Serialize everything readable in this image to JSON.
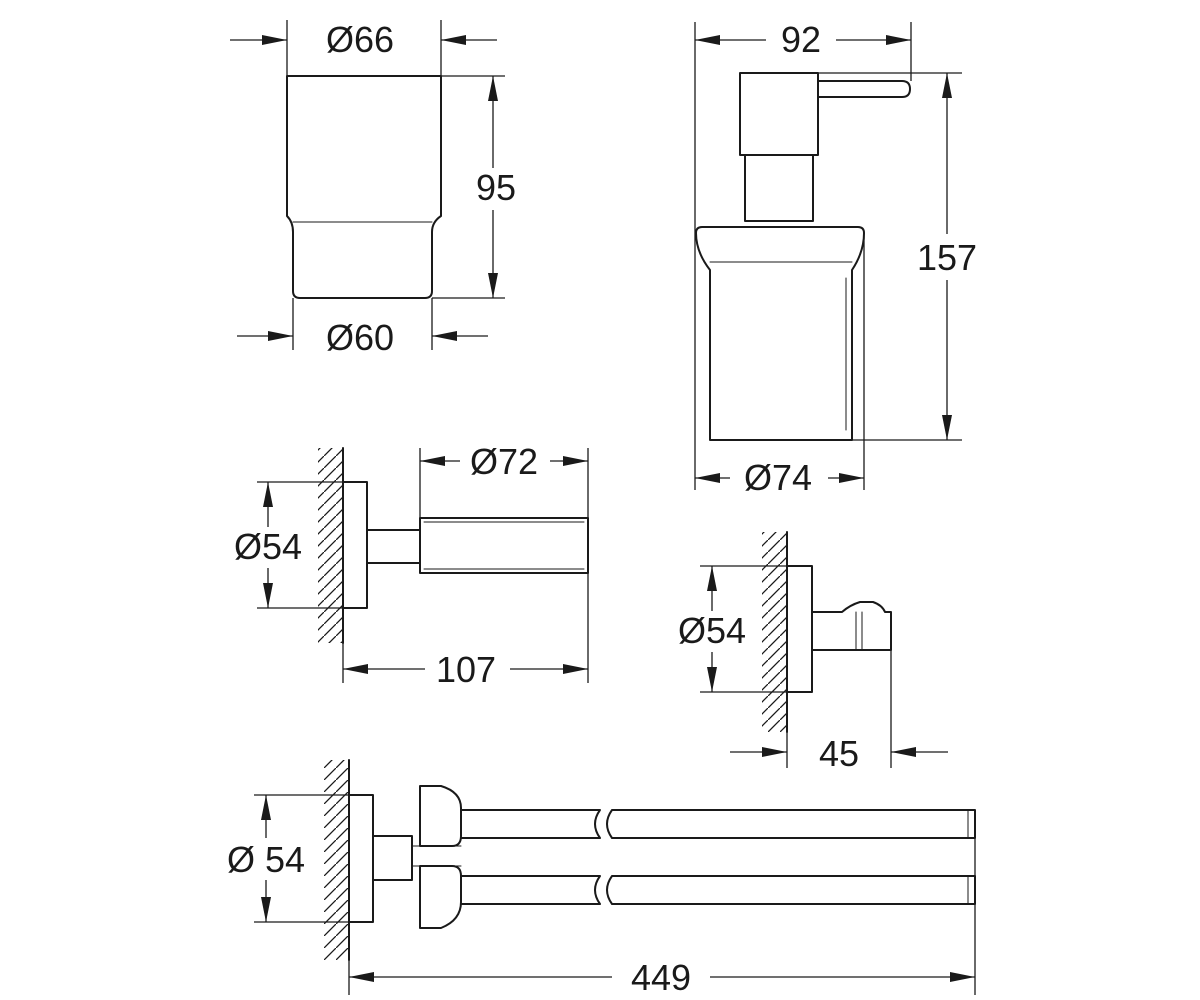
{
  "diagram": {
    "tumbler_holder": {
      "top_diameter": "Ø66",
      "height": "95",
      "bottom_diameter": "Ø60"
    },
    "soap_dispenser": {
      "width": "92",
      "height": "157",
      "diameter": "Ø74"
    },
    "toilet_paper_holder": {
      "rose_diameter": "Ø54",
      "roll_diameter": "Ø72",
      "projection": "107"
    },
    "robe_hook": {
      "rose_diameter": "Ø54",
      "projection": "45"
    },
    "towel_rail": {
      "rose_diameter": "Ø 54",
      "length": "449"
    }
  }
}
